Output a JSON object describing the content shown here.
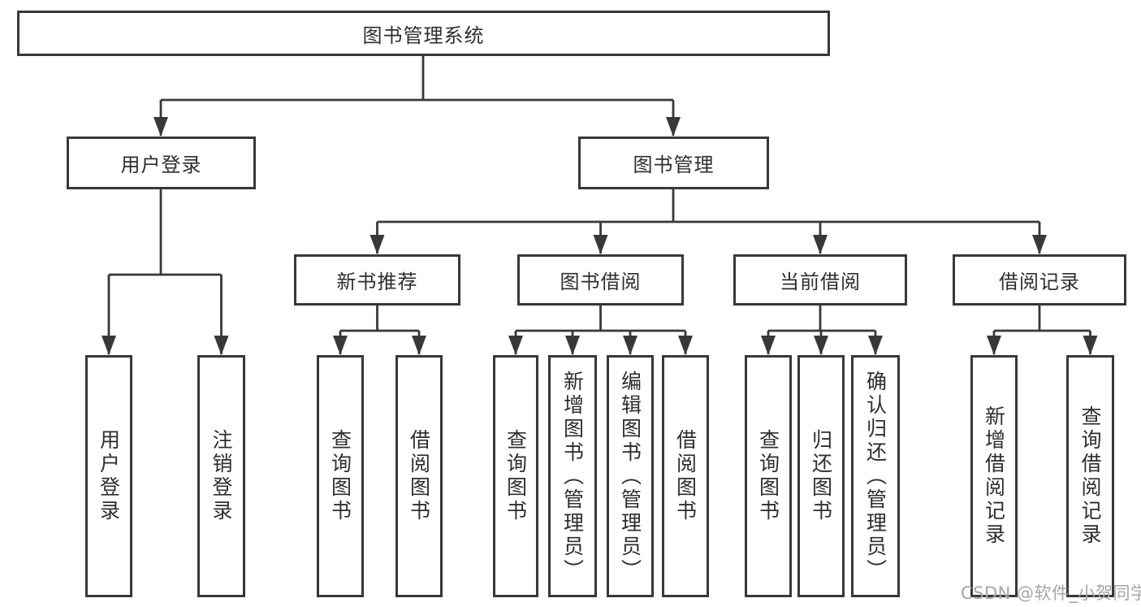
{
  "diagram": {
    "title": "图书管理系统",
    "root": "图书管理系统",
    "branches": [
      {
        "label": "用户登录"
      },
      {
        "label": "图书管理"
      }
    ],
    "modules": [
      {
        "label": "新书推荐"
      },
      {
        "label": "图书借阅"
      },
      {
        "label": "当前借阅"
      },
      {
        "label": "借阅记录"
      }
    ],
    "leaves": [
      {
        "label": "用户登录"
      },
      {
        "label": "注销登录"
      },
      {
        "label": "查询图书"
      },
      {
        "label": "借阅图书"
      },
      {
        "label": "查询图书"
      },
      {
        "label": "新增图书（管理员）"
      },
      {
        "label": "编辑图书（管理员）"
      },
      {
        "label": "借阅图书"
      },
      {
        "label": "查询图书"
      },
      {
        "label": "归还图书"
      },
      {
        "label": "确认归还（管理员）"
      },
      {
        "label": "新增借阅记录"
      },
      {
        "label": "查询借阅记录"
      }
    ]
  },
  "watermark": "CSDN @软件_小贺同学",
  "colors": {
    "line": "#383838",
    "text": "#2e2e2e",
    "watermark": "#a6a6a6",
    "background": "#ffffff"
  }
}
